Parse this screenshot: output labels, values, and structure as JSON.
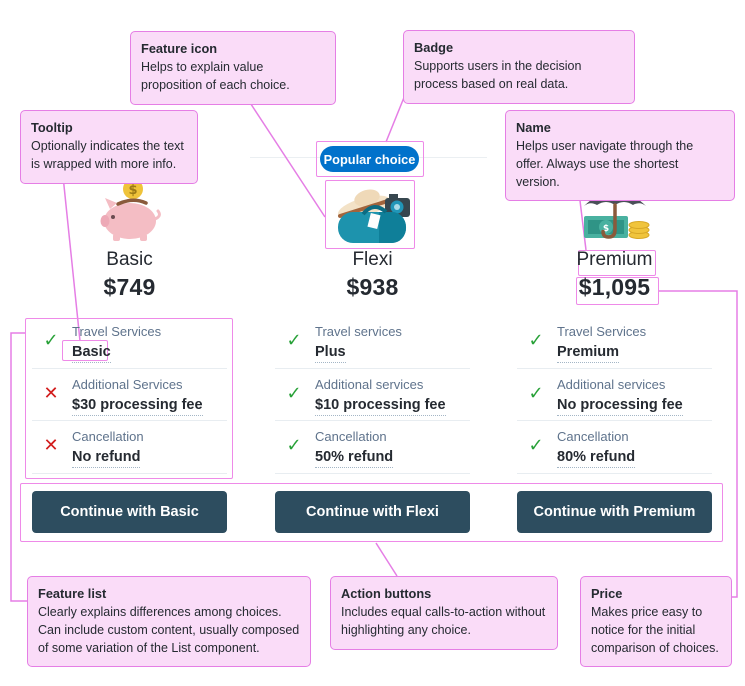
{
  "glyphs": {
    "check": "✓",
    "cross": "✕"
  },
  "colors": {
    "annotation_fill": "#fadcf8",
    "annotation_border": "#e57ee5",
    "badge_blue": "#0172cb",
    "button_dark": "#2d4d5f",
    "check_green": "#28a138",
    "cross_red": "#d21c1c",
    "label_gray": "#5f738c",
    "ink_dark": "#252a31"
  },
  "annotations": {
    "feature_icon": {
      "title": "Feature icon",
      "body": "Helps to explain value proposition of each choice."
    },
    "badge": {
      "title": "Badge",
      "body": "Supports users in the decision process based on real data."
    },
    "tooltip": {
      "title": "Tooltip",
      "body": "Optionally indicates the text is wrapped with more info."
    },
    "name": {
      "title": "Name",
      "body": "Helps user navigate through the offer. Always use the shortest version."
    },
    "feature_list": {
      "title": "Feature list",
      "body": "Clearly explains differences among choices. Can include custom content, usually composed of some variation of the List component."
    },
    "action_buttons": {
      "title": "Action buttons",
      "body": "Includes equal calls-to-action without highlighting any choice."
    },
    "price": {
      "title": "Price",
      "body": "Makes price easy to notice for the initial comparison of choices."
    }
  },
  "pricing": {
    "badge_label": "Popular choice",
    "columns": [
      {
        "name": "Basic",
        "price": "$749",
        "icon": "piggy-bank",
        "button": "Continue with Basic",
        "features": [
          {
            "state": "yes",
            "label": "Travel Services",
            "value": "Basic"
          },
          {
            "state": "no",
            "label": "Additional Services",
            "value": "$30 processing fee"
          },
          {
            "state": "no",
            "label": "Cancellation",
            "value": "No refund"
          }
        ]
      },
      {
        "name": "Flexi",
        "price": "$938",
        "icon": "travel-bag",
        "button": "Continue with Flexi",
        "features": [
          {
            "state": "yes",
            "label": "Travel services",
            "value": "Plus"
          },
          {
            "state": "yes",
            "label": "Additional services",
            "value": "$10 processing fee"
          },
          {
            "state": "yes",
            "label": "Cancellation",
            "value": "50% refund"
          }
        ]
      },
      {
        "name": "Premium",
        "price": "$1,095",
        "icon": "umbrella-money",
        "button": "Continue with Premium",
        "features": [
          {
            "state": "yes",
            "label": "Travel Services",
            "value": "Premium"
          },
          {
            "state": "yes",
            "label": "Additional services",
            "value": "No processing fee"
          },
          {
            "state": "yes",
            "label": "Cancellation",
            "value": "80% refund"
          }
        ]
      }
    ]
  }
}
